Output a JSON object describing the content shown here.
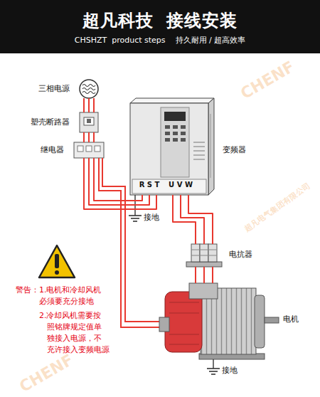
{
  "diagram": {
    "title": "超凡科技  接线安装",
    "nodes": [
      {
        "text": [
          "三相电源"
        ]
      },
      {
        "text": [
          "塑壳断路器"
        ]
      },
      {
        "text": [
          "继电器"
        ]
      },
      {
        "text": [
          "变频器",
          "R S T",
          "U V W"
        ]
      },
      {
        "text": [
          "电抗器"
        ]
      },
      {
        "text": [
          "电机"
        ]
      }
    ],
    "edges": [
      {
        "from": 0,
        "to": 1,
        "arrow": "none"
      },
      {
        "from": 1,
        "to": 2,
        "arrow": "none"
      },
      {
        "from": 2,
        "to": 3,
        "arrow": "none"
      },
      {
        "from": 3,
        "to": 4,
        "arrow": "none"
      },
      {
        "from": 4,
        "to": 5,
        "arrow": "none"
      }
    ],
    "labels": [
      "CHSHZT  product steps    持久耐用 / 超高效率",
      "接地",
      "接地",
      "警告：1.电机和冷却风机 必须要充分接地",
      "2.冷却风机需要按 照铭牌规定值单 独接入电源，不 充许接入变频电源",
      "CHENF",
      "CHENF",
      "超凡电气集团有限公司"
    ]
  }
}
